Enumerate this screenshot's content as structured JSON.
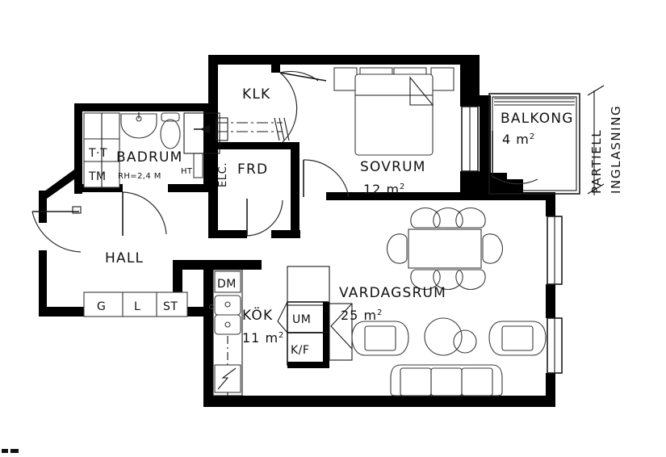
{
  "document": {
    "type": "floor-plan",
    "language": "sv",
    "background_color": "#ffffff",
    "line_color": "#111111"
  },
  "rooms": [
    {
      "id": "badrum",
      "name": "BADRUM",
      "note": "RH=2,4 M",
      "area": ""
    },
    {
      "id": "klk",
      "name": "KLK",
      "area": ""
    },
    {
      "id": "frd",
      "name": "FRD",
      "area": ""
    },
    {
      "id": "sovrum",
      "name": "SOVRUM",
      "area_value": "12",
      "area_unit": "m",
      "area_exp": "2"
    },
    {
      "id": "balkong",
      "name": "BALKONG",
      "area_value": "4",
      "area_unit": "m",
      "area_exp": "2"
    },
    {
      "id": "hall",
      "name": "HALL",
      "area": ""
    },
    {
      "id": "kok",
      "name": "KÖK",
      "area_value": "11",
      "area_unit": "m",
      "area_exp": "2"
    },
    {
      "id": "vardagsrum",
      "name": "VARDAGSRUM",
      "area_value": "25",
      "area_unit": "m",
      "area_exp": "2"
    }
  ],
  "labels": {
    "badrum": "BADRUM",
    "badrum_note": "RH=2,4 M",
    "klk": "KLK",
    "frd": "FRD",
    "elc": "ELC.",
    "ht": "HT",
    "sovrum": "SOVRUM",
    "sovrum_area_num": "12",
    "sovrum_area_unit": "m",
    "sovrum_area_exp": "2",
    "balkong": "BALKONG",
    "balkong_area_num": "4",
    "balkong_area_unit": "m",
    "balkong_area_exp": "2",
    "hall": "HALL",
    "kok": "KÖK",
    "kok_area_num": "11",
    "kok_area_unit": "m",
    "kok_area_exp": "2",
    "vardagsrum": "VARDAGSRUM",
    "vardagsrum_area_num": "25",
    "vardagsrum_area_unit": "m",
    "vardagsrum_area_exp": "2",
    "partiell": "PARTIELL",
    "inglasning": "INGLASNING"
  },
  "appliances": [
    {
      "id": "tt",
      "label": "T·T",
      "room": "badrum"
    },
    {
      "id": "tm",
      "label": "TM",
      "room": "badrum"
    },
    {
      "id": "dm",
      "label": "DM",
      "room": "kok"
    },
    {
      "id": "um",
      "label": "UM",
      "room": "kok"
    },
    {
      "id": "kf",
      "label": "K/F",
      "room": "kok"
    }
  ],
  "closets": [
    {
      "id": "g",
      "label": "G",
      "room": "hall"
    },
    {
      "id": "l",
      "label": "L",
      "room": "hall"
    },
    {
      "id": "st",
      "label": "ST",
      "room": "hall"
    }
  ],
  "annotations": {
    "balcony_glazing_line1": "PARTIELL",
    "balcony_glazing_line2": "INGLASNING"
  },
  "furniture": [
    {
      "id": "bed",
      "room": "sovrum",
      "type": "double-bed"
    },
    {
      "id": "nightstand-left",
      "room": "sovrum",
      "type": "nightstand"
    },
    {
      "id": "nightstand-right",
      "room": "sovrum",
      "type": "nightstand"
    },
    {
      "id": "dining-table",
      "room": "vardagsrum",
      "type": "dining-table",
      "seats": 8
    },
    {
      "id": "sofa",
      "room": "vardagsrum",
      "type": "sofa-3-seat"
    },
    {
      "id": "armchair-left",
      "room": "vardagsrum",
      "type": "armchair"
    },
    {
      "id": "armchair-right",
      "room": "vardagsrum",
      "type": "armchair"
    },
    {
      "id": "coffee-table",
      "room": "vardagsrum",
      "type": "round-table"
    },
    {
      "id": "side-table",
      "room": "vardagsrum",
      "type": "round-side-table"
    },
    {
      "id": "toilet",
      "room": "badrum",
      "type": "toilet"
    },
    {
      "id": "sink",
      "room": "badrum",
      "type": "washbasin"
    }
  ]
}
